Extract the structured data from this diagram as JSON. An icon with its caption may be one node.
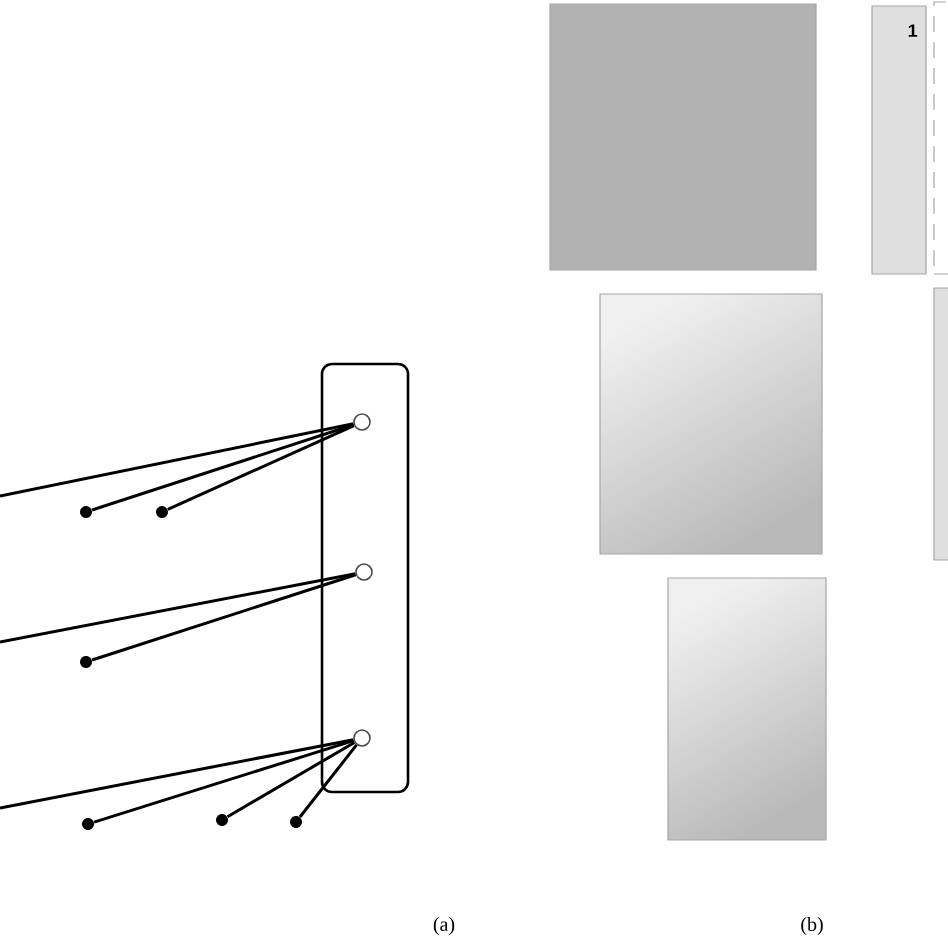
{
  "diagram": {
    "nodes": [
      {
        "text": [],
        "shape": "box"
      },
      {
        "text": [],
        "shape": "circle",
        "in": 0
      },
      {
        "text": [],
        "shape": "circle",
        "in": 0
      },
      {
        "text": [],
        "shape": "circle",
        "in": 0
      },
      {
        "text": [],
        "shape": "circle"
      },
      {
        "text": [],
        "shape": "circle"
      },
      {
        "text": [],
        "shape": "circle"
      },
      {
        "text": [],
        "shape": "circle"
      },
      {
        "text": [],
        "shape": "circle"
      },
      {
        "text": [],
        "shape": "circle"
      },
      {
        "text": [],
        "shape": "box"
      },
      {
        "text": [],
        "shape": "box"
      },
      {
        "text": [],
        "shape": "box"
      },
      {
        "text": [
          "1"
        ]
      },
      {
        "text": [],
        "shape": "box"
      },
      {
        "text": [],
        "shape": "box"
      }
    ],
    "edges": [
      {
        "from": null,
        "to": 1,
        "arrow": "none"
      },
      {
        "from": 4,
        "to": 1,
        "arrow": "none"
      },
      {
        "from": 5,
        "to": 1,
        "arrow": "none"
      },
      {
        "from": null,
        "to": 2,
        "arrow": "none"
      },
      {
        "from": 6,
        "to": 2,
        "arrow": "none"
      },
      {
        "from": null,
        "to": 3,
        "arrow": "none"
      },
      {
        "from": 7,
        "to": 3,
        "arrow": "none"
      },
      {
        "from": 8,
        "to": 3,
        "arrow": "none"
      },
      {
        "from": 9,
        "to": 3,
        "arrow": "none"
      }
    ],
    "labels": [
      "(a)",
      "(b)"
    ]
  }
}
